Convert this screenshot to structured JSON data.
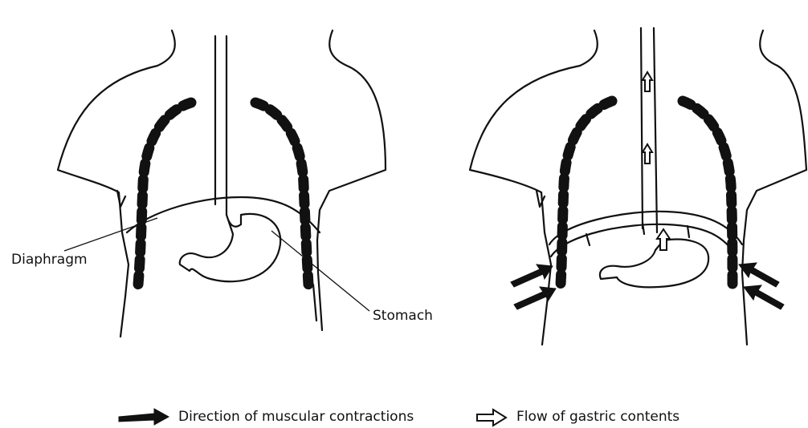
{
  "labels": {
    "diaphragm": "Diaphragm",
    "stomach": "Stomach"
  },
  "legend": {
    "muscular_contractions": "Direction of muscular contractions",
    "gastric_flow": "Flow of gastric contents"
  },
  "colors": {
    "ink": "#111111",
    "background": "#ffffff"
  },
  "icons": {
    "solid_arrow": "solid-arrow-icon",
    "open_arrow": "open-arrow-icon"
  }
}
